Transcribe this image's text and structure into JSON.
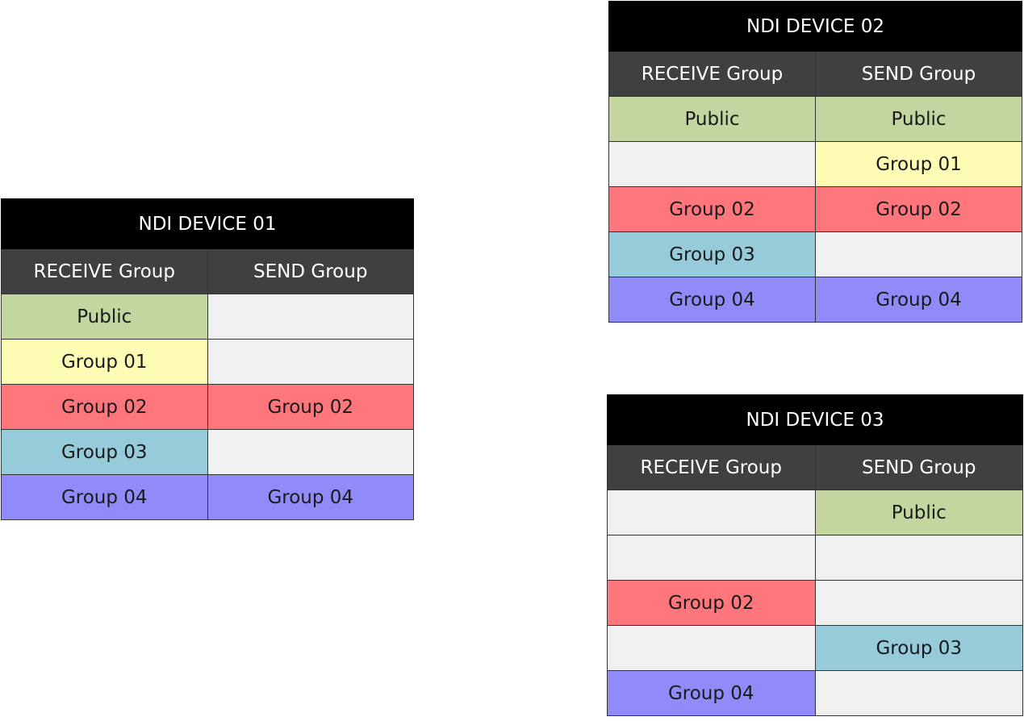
{
  "devices": [
    {
      "title": "NDI DEVICE 01",
      "headers": [
        "RECEIVE Group",
        "SEND Group"
      ],
      "rows": [
        {
          "receive": "Public",
          "send": ""
        },
        {
          "receive": "Group 01",
          "send": ""
        },
        {
          "receive": "Group 02",
          "send": "Group 02"
        },
        {
          "receive": "Group 03",
          "send": ""
        },
        {
          "receive": "Group 04",
          "send": "Group 04"
        }
      ]
    },
    {
      "title": "NDI DEVICE 02",
      "headers": [
        "RECEIVE Group",
        "SEND Group"
      ],
      "rows": [
        {
          "receive": "Public",
          "send": "Public"
        },
        {
          "receive": "",
          "send": "Group 01"
        },
        {
          "receive": "Group 02",
          "send": "Group 02"
        },
        {
          "receive": "Group 03",
          "send": ""
        },
        {
          "receive": "Group 04",
          "send": "Group 04"
        }
      ]
    },
    {
      "title": "NDI DEVICE 03",
      "headers": [
        "RECEIVE Group",
        "SEND Group"
      ],
      "rows": [
        {
          "receive": "",
          "send": "Public"
        },
        {
          "receive": "",
          "send": ""
        },
        {
          "receive": "Group 02",
          "send": ""
        },
        {
          "receive": "",
          "send": "Group 03"
        },
        {
          "receive": "Group 04",
          "send": ""
        }
      ]
    }
  ],
  "group_colors": {
    "Public": "#c4d69f",
    "Group 01": "#fefcb4",
    "Group 02": "#fd767c",
    "Group 03": "#96cbda",
    "Group 04": "#918bf9",
    "empty": "#f0f0f0"
  }
}
